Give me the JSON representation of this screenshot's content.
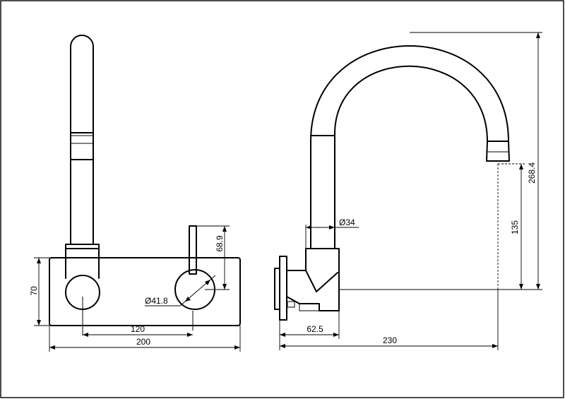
{
  "colors": {
    "line": "#000000",
    "background": "#ffffff"
  },
  "dimensions": {
    "front_height": "70",
    "front_handle_height": "68.9",
    "front_handle_diameter": "Ø41.8",
    "front_centres": "120",
    "front_width": "200",
    "side_pipe_diameter": "Ø34",
    "side_outlet_height": "135",
    "side_total_height": "268.4",
    "side_base_depth": "62.5",
    "side_reach": "230"
  }
}
